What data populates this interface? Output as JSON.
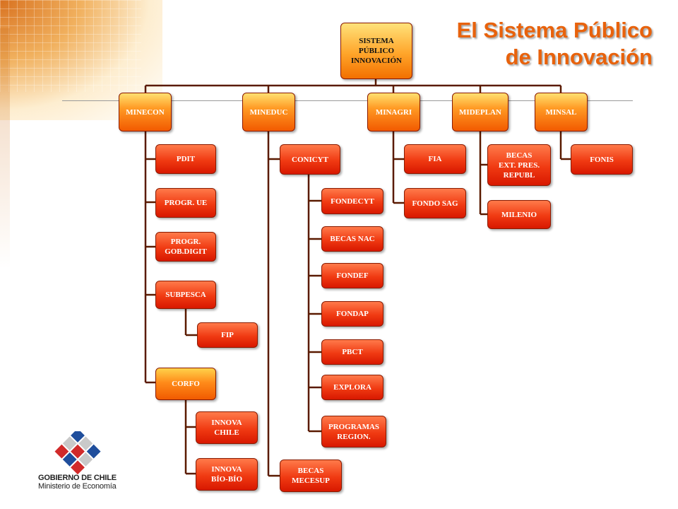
{
  "title": {
    "line1": "El Sistema Público",
    "line2": "de Innovación"
  },
  "root": {
    "line1": "SISTEMA",
    "line2": "PÚBLICO",
    "line3": "INNOVACIÓN"
  },
  "ministries": {
    "minecon": "MINECON",
    "mineduc": "MINEDUC",
    "minagri": "MINAGRI",
    "mideplan": "MIDEPLAN",
    "minsal": "MINSAL"
  },
  "minecon_units": {
    "pdit": "PDIT",
    "progr_ue": "PROGR. UE",
    "progr_gob_line1": "PROGR.",
    "progr_gob_line2": "GOB.DIGIT",
    "subpesca": "SUBPESCA",
    "fip": "FIP",
    "corfo": "CORFO",
    "innova_chile_line1": "INNOVA",
    "innova_chile_line2": "CHILE",
    "innova_biobio_line1": "INNOVA",
    "innova_biobio_line2": "BÍO-BÍO"
  },
  "mineduc_units": {
    "conicyt": "CONICYT",
    "fondecyt": "FONDECYT",
    "becas_nac": "BECAS NAC",
    "fondef": "FONDEF",
    "fondap": "FONDAP",
    "pbct": "PBCT",
    "explora": "EXPLORA",
    "programas_line1": "PROGRAMAS",
    "programas_line2": "REGION.",
    "becas_mecesup_line1": "BECAS",
    "becas_mecesup_line2": "MECESUP"
  },
  "minagri_units": {
    "fia": "FIA",
    "fondo_sag": "FONDO SAG"
  },
  "mideplan_units": {
    "becas_line1": "BECAS",
    "becas_line2": "EXT. PRES.",
    "becas_line3": "REPUBL",
    "milenio": "MILENIO"
  },
  "minsal_units": {
    "fonis": "FONIS"
  },
  "footer": {
    "gov_line1": "GOBIERNO DE CHILE",
    "gov_line2": "Ministerio de Economía"
  },
  "colors": {
    "title": "#e8620c",
    "connector": "#5a1a00",
    "box_red": "#e8280a",
    "box_orange": "#ff8c1a"
  }
}
